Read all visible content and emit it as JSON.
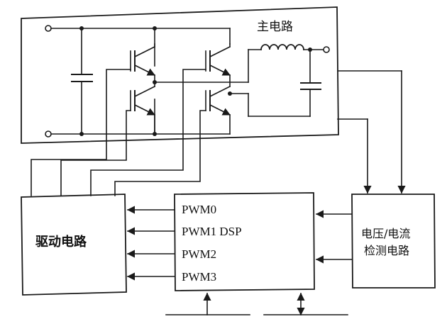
{
  "diagram": {
    "main_circuit_label": "主电路",
    "driver_label": "驱动电路",
    "dsp": {
      "pwm0": "PWM0",
      "pwm1": "PWM1 DSP",
      "pwm2": "PWM2",
      "pwm3": "PWM3"
    },
    "sensor_label_line1": "电压/电流",
    "sensor_label_line2": "检测电路"
  },
  "colors": {
    "line": "#1a1a1a",
    "background": "#ffffff"
  }
}
